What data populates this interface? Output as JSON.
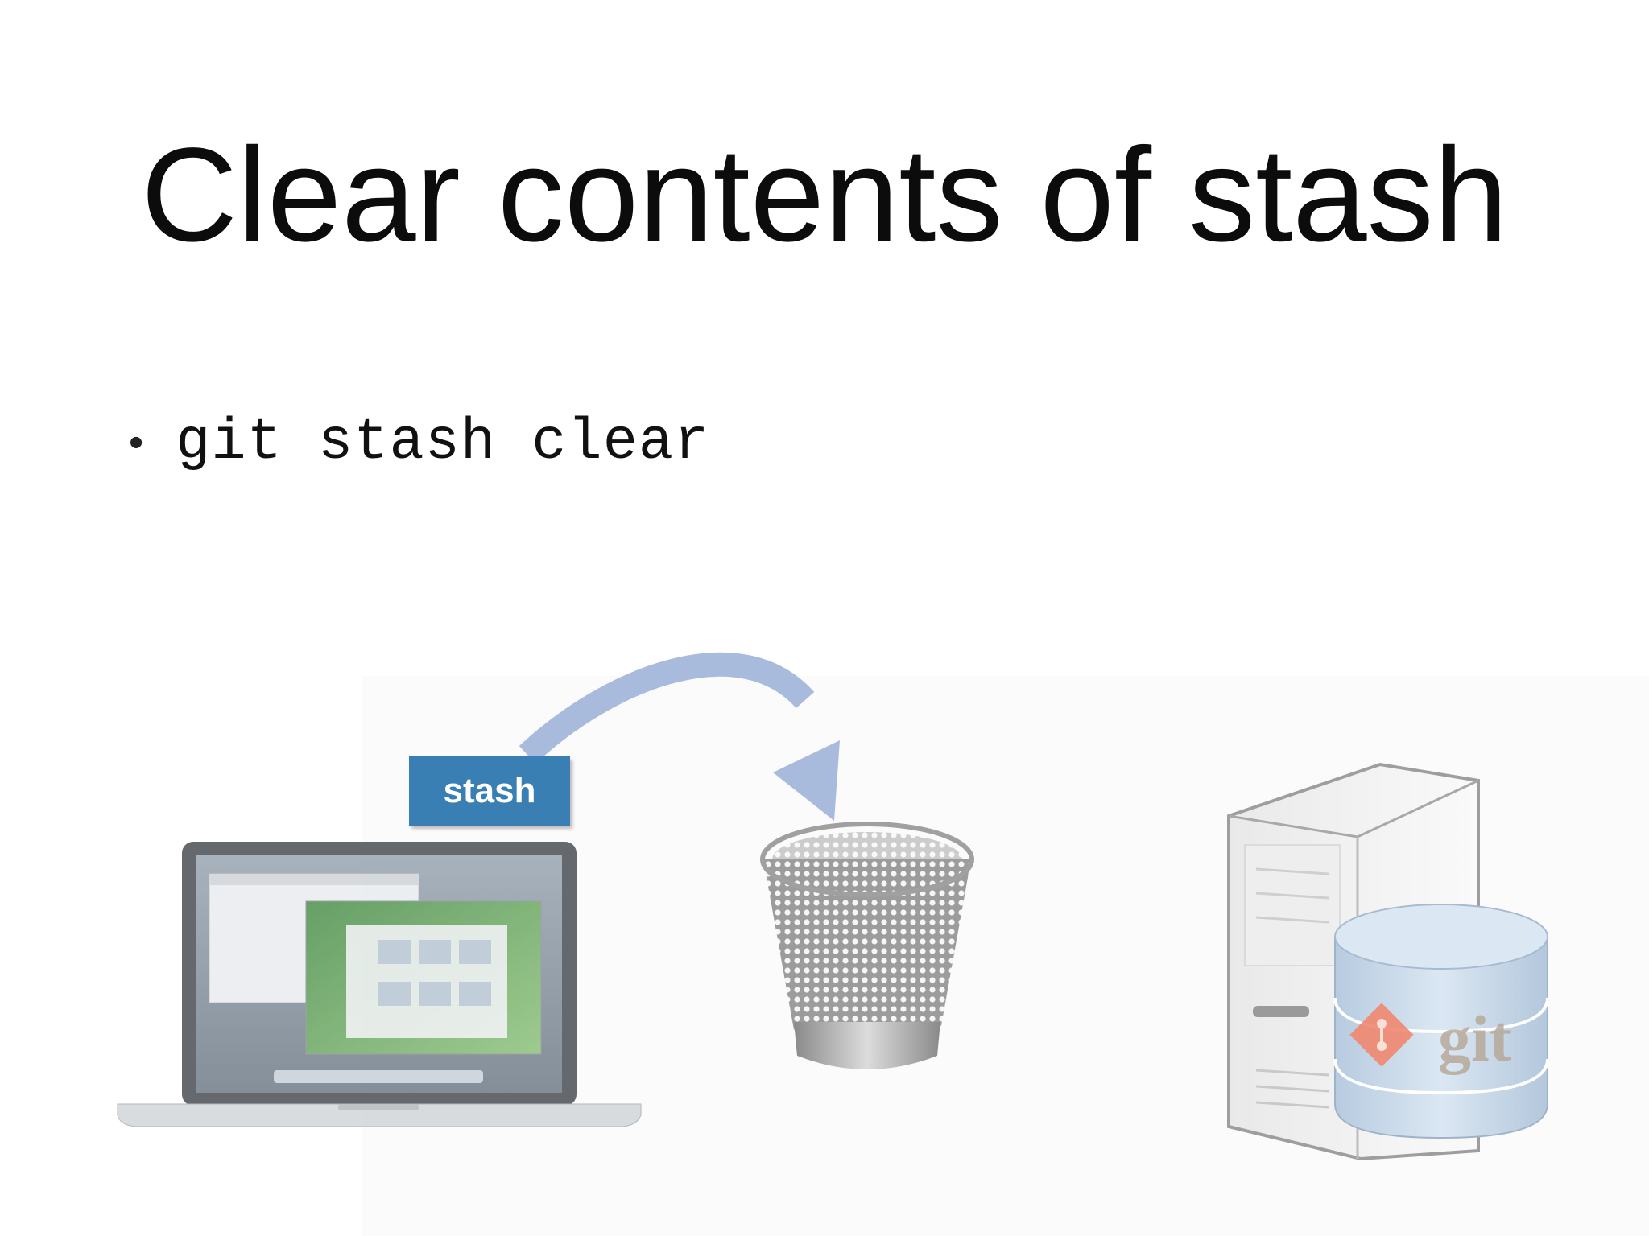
{
  "slide": {
    "title": "Clear contents of stash",
    "bullets": [
      {
        "marker": "•",
        "command": "git stash clear"
      }
    ]
  },
  "diagram": {
    "stash_label": "stash",
    "server_logo_text": "git",
    "nodes": [
      "laptop-icon",
      "trash-can-icon",
      "server-icon",
      "git-database-icon"
    ],
    "arrow_icon": "curved-arrow-icon"
  },
  "colors": {
    "background": "#ffffff",
    "title_text": "#0c0c0c",
    "stash_box": "#3a7fb4",
    "arrow": "#a9bbdc",
    "git_brand": "#f0876f",
    "database": "#c7d8ea"
  }
}
